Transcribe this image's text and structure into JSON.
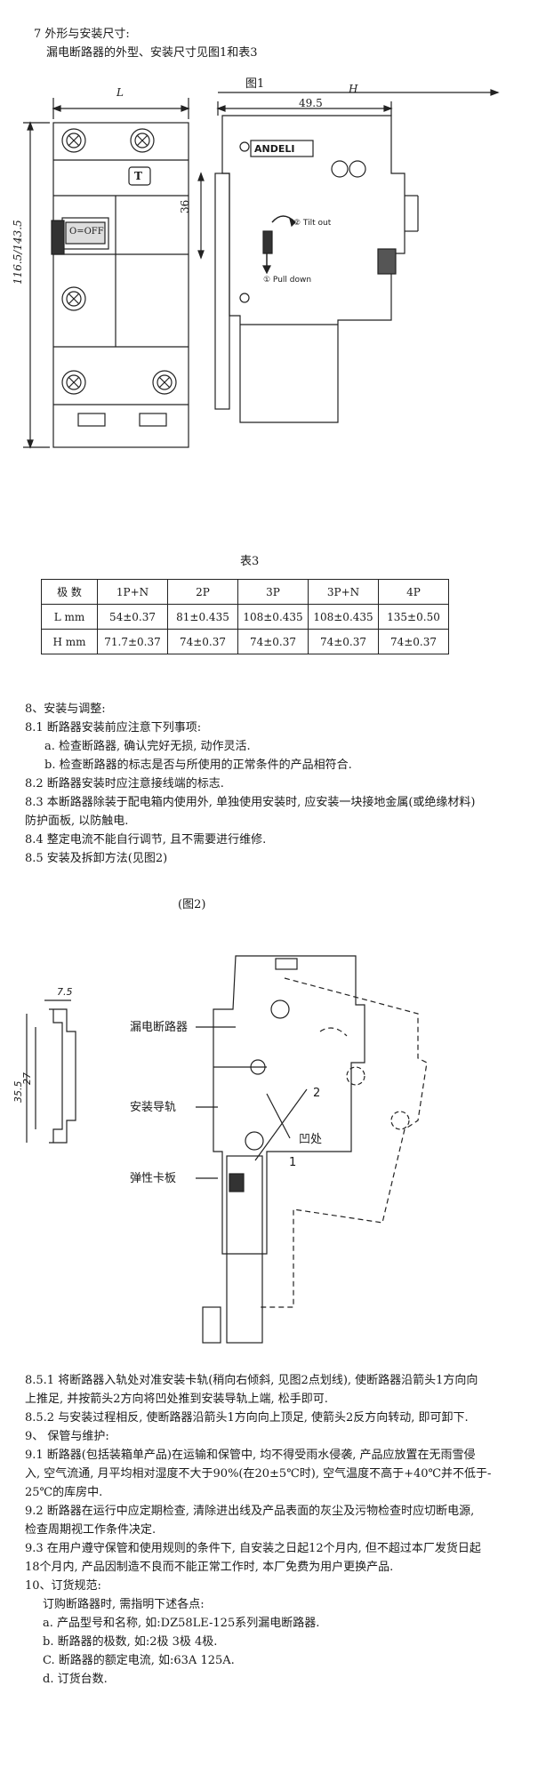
{
  "sec7": {
    "heading": "7  外形与安装尺寸:",
    "line1": "漏电断路器的外型、安装尺寸见图1和表3",
    "fig1_title": "图1"
  },
  "fig1": {
    "dim_L": "L",
    "dim_H": "H",
    "dim_495": "49.5",
    "dim_36": "36",
    "dim_height": "116.5/143.5",
    "t_button": "T",
    "handle_label": "O=OFF",
    "brand": "ANDELI",
    "tilt_out": "② Tilt out",
    "pull_down": "① Pull down"
  },
  "table3": {
    "title": "表3",
    "header": [
      "极 数",
      "1P+N",
      "2P",
      "3P",
      "3P+N",
      "4P"
    ],
    "rows": [
      [
        "L mm",
        "54±0.37",
        "81±0.435",
        "108±0.435",
        "108±0.435",
        "135±0.50"
      ],
      [
        "H mm",
        "71.7±0.37",
        "74±0.37",
        "74±0.37",
        "74±0.37",
        "74±0.37"
      ]
    ]
  },
  "sec8": {
    "heading": "8、安装与调整:",
    "s8_1": "8.1   断路器安装前应注意下列事项:",
    "s8_1a": "a. 检查断路器, 确认完好无损, 动作灵活.",
    "s8_1b": "b. 检查断路器的标志是否与所使用的正常条件的产品相符合.",
    "s8_2": "8.2   断路器安装时应注意接线端的标志.",
    "s8_3a": "8.3   本断路器除装于配电箱内使用外, 单独使用安装时, 应安装一块接地金属(或绝缘材料)",
    "s8_3b": "防护面板, 以防触电.",
    "s8_4": "8.4   整定电流不能自行调节, 且不需要进行维修.",
    "s8_5": "8.5   安装及拆卸方法(见图2)"
  },
  "fig2": {
    "title": "(图2)",
    "label_breaker": "漏电断路器",
    "label_rail": "安装导轨",
    "label_clip": "弹性卡板",
    "label_notch": "凹处",
    "num_1": "1",
    "num_2": "2",
    "dim_75": "7.5",
    "dim_27": "27",
    "dim_355": "35.5"
  },
  "sec851": {
    "a": "8.5.1 将断路器入轨处对准安装卡轨(稍向右倾斜, 见图2点划线), 使断路器沿箭头1方向向",
    "b": "上推足, 并按箭头2方向将凹处推到安装导轨上端, 松手即可.",
    "c": "8.5.2 与安装过程相反, 使断路器沿箭头1方向向上顶足, 使箭头2反方向转动, 即可卸下."
  },
  "sec9": {
    "heading": "9、  保管与维护:",
    "s9_1a": "9.1   断路器(包括装箱单产品)在运输和保管中, 均不得受雨水侵袭, 产品应放置在无雨雪侵",
    "s9_1b": "入, 空气流通, 月平均相对湿度不大于90%(在20±5℃时), 空气温度不高于+40℃并不低于-",
    "s9_1c": "25℃的库房中.",
    "s9_2a": "9.2   断路器在运行中应定期检查, 清除进出线及产品表面的灰尘及污物检查时应切断电源,",
    "s9_2b": "检查周期视工作条件决定.",
    "s9_3a": "9.3   在用户遵守保管和使用规则的条件下, 自安装之日起12个月内, 但不超过本厂发货日起",
    "s9_3b": "18个月内, 产品因制造不良而不能正常工作时, 本厂免费为用户更换产品."
  },
  "sec10": {
    "heading": "10、订货规范:",
    "intro": "订购断路器时, 需指明下述各点:",
    "a": "a.   产品型号和名称, 如:DZ58LE-125系列漏电断路器.",
    "b": "b.   断路器的极数, 如:2极   3极     4极.",
    "c": "C.   断路器的额定电流, 如:63A   125A.",
    "d": "d.   订货台数."
  }
}
